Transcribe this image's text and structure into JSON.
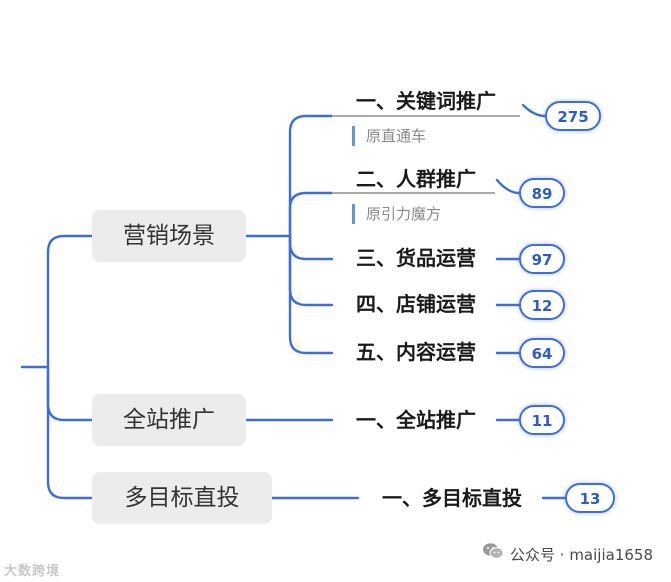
{
  "categories": [
    {
      "label": "营销场景",
      "items": [
        {
          "label": "一、关键词推广",
          "note": "原直通车",
          "count": "275"
        },
        {
          "label": "二、人群推广",
          "note": "原引力魔方",
          "count": "89"
        },
        {
          "label": "三、货品运营",
          "count": "97"
        },
        {
          "label": "四、店铺运营",
          "count": "12"
        },
        {
          "label": "五、内容运营",
          "count": "64"
        }
      ]
    },
    {
      "label": "全站推广",
      "items": [
        {
          "label": "一、全站推广",
          "count": "11"
        }
      ]
    },
    {
      "label": "多目标直投",
      "items": [
        {
          "label": "一、多目标直投",
          "count": "13"
        }
      ]
    }
  ],
  "footer": {
    "text": "公众号 · maijia1658",
    "icon": "wechat-icon"
  },
  "watermark": "大数跨境",
  "colors": {
    "connector": "#3f6fd6",
    "badge_border": "#3f6fd6",
    "category_bg": "#ececec"
  }
}
